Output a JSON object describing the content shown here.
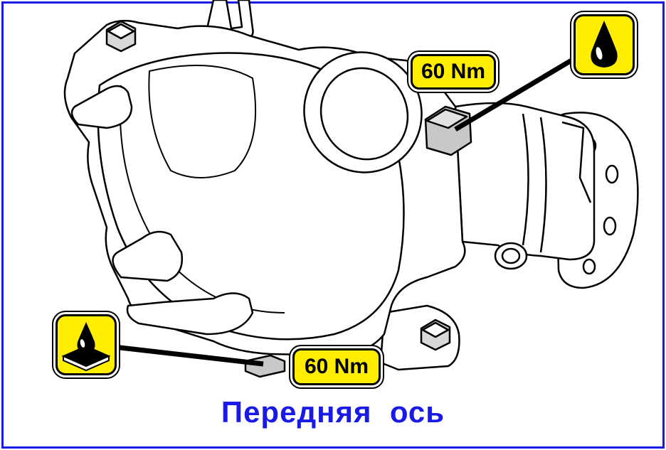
{
  "diagram": {
    "torque_top": "60 Nm",
    "torque_bottom": "60 Nm",
    "caption": "Передняя  ось",
    "colors": {
      "frame": "#1a1ae6",
      "caption": "#1a1ae6",
      "label_fill": "#ffee00",
      "outline": "#000000"
    },
    "icons": {
      "fill_plug": "oil-drop-icon",
      "drain_plug": "sealant-drop-icon"
    }
  }
}
